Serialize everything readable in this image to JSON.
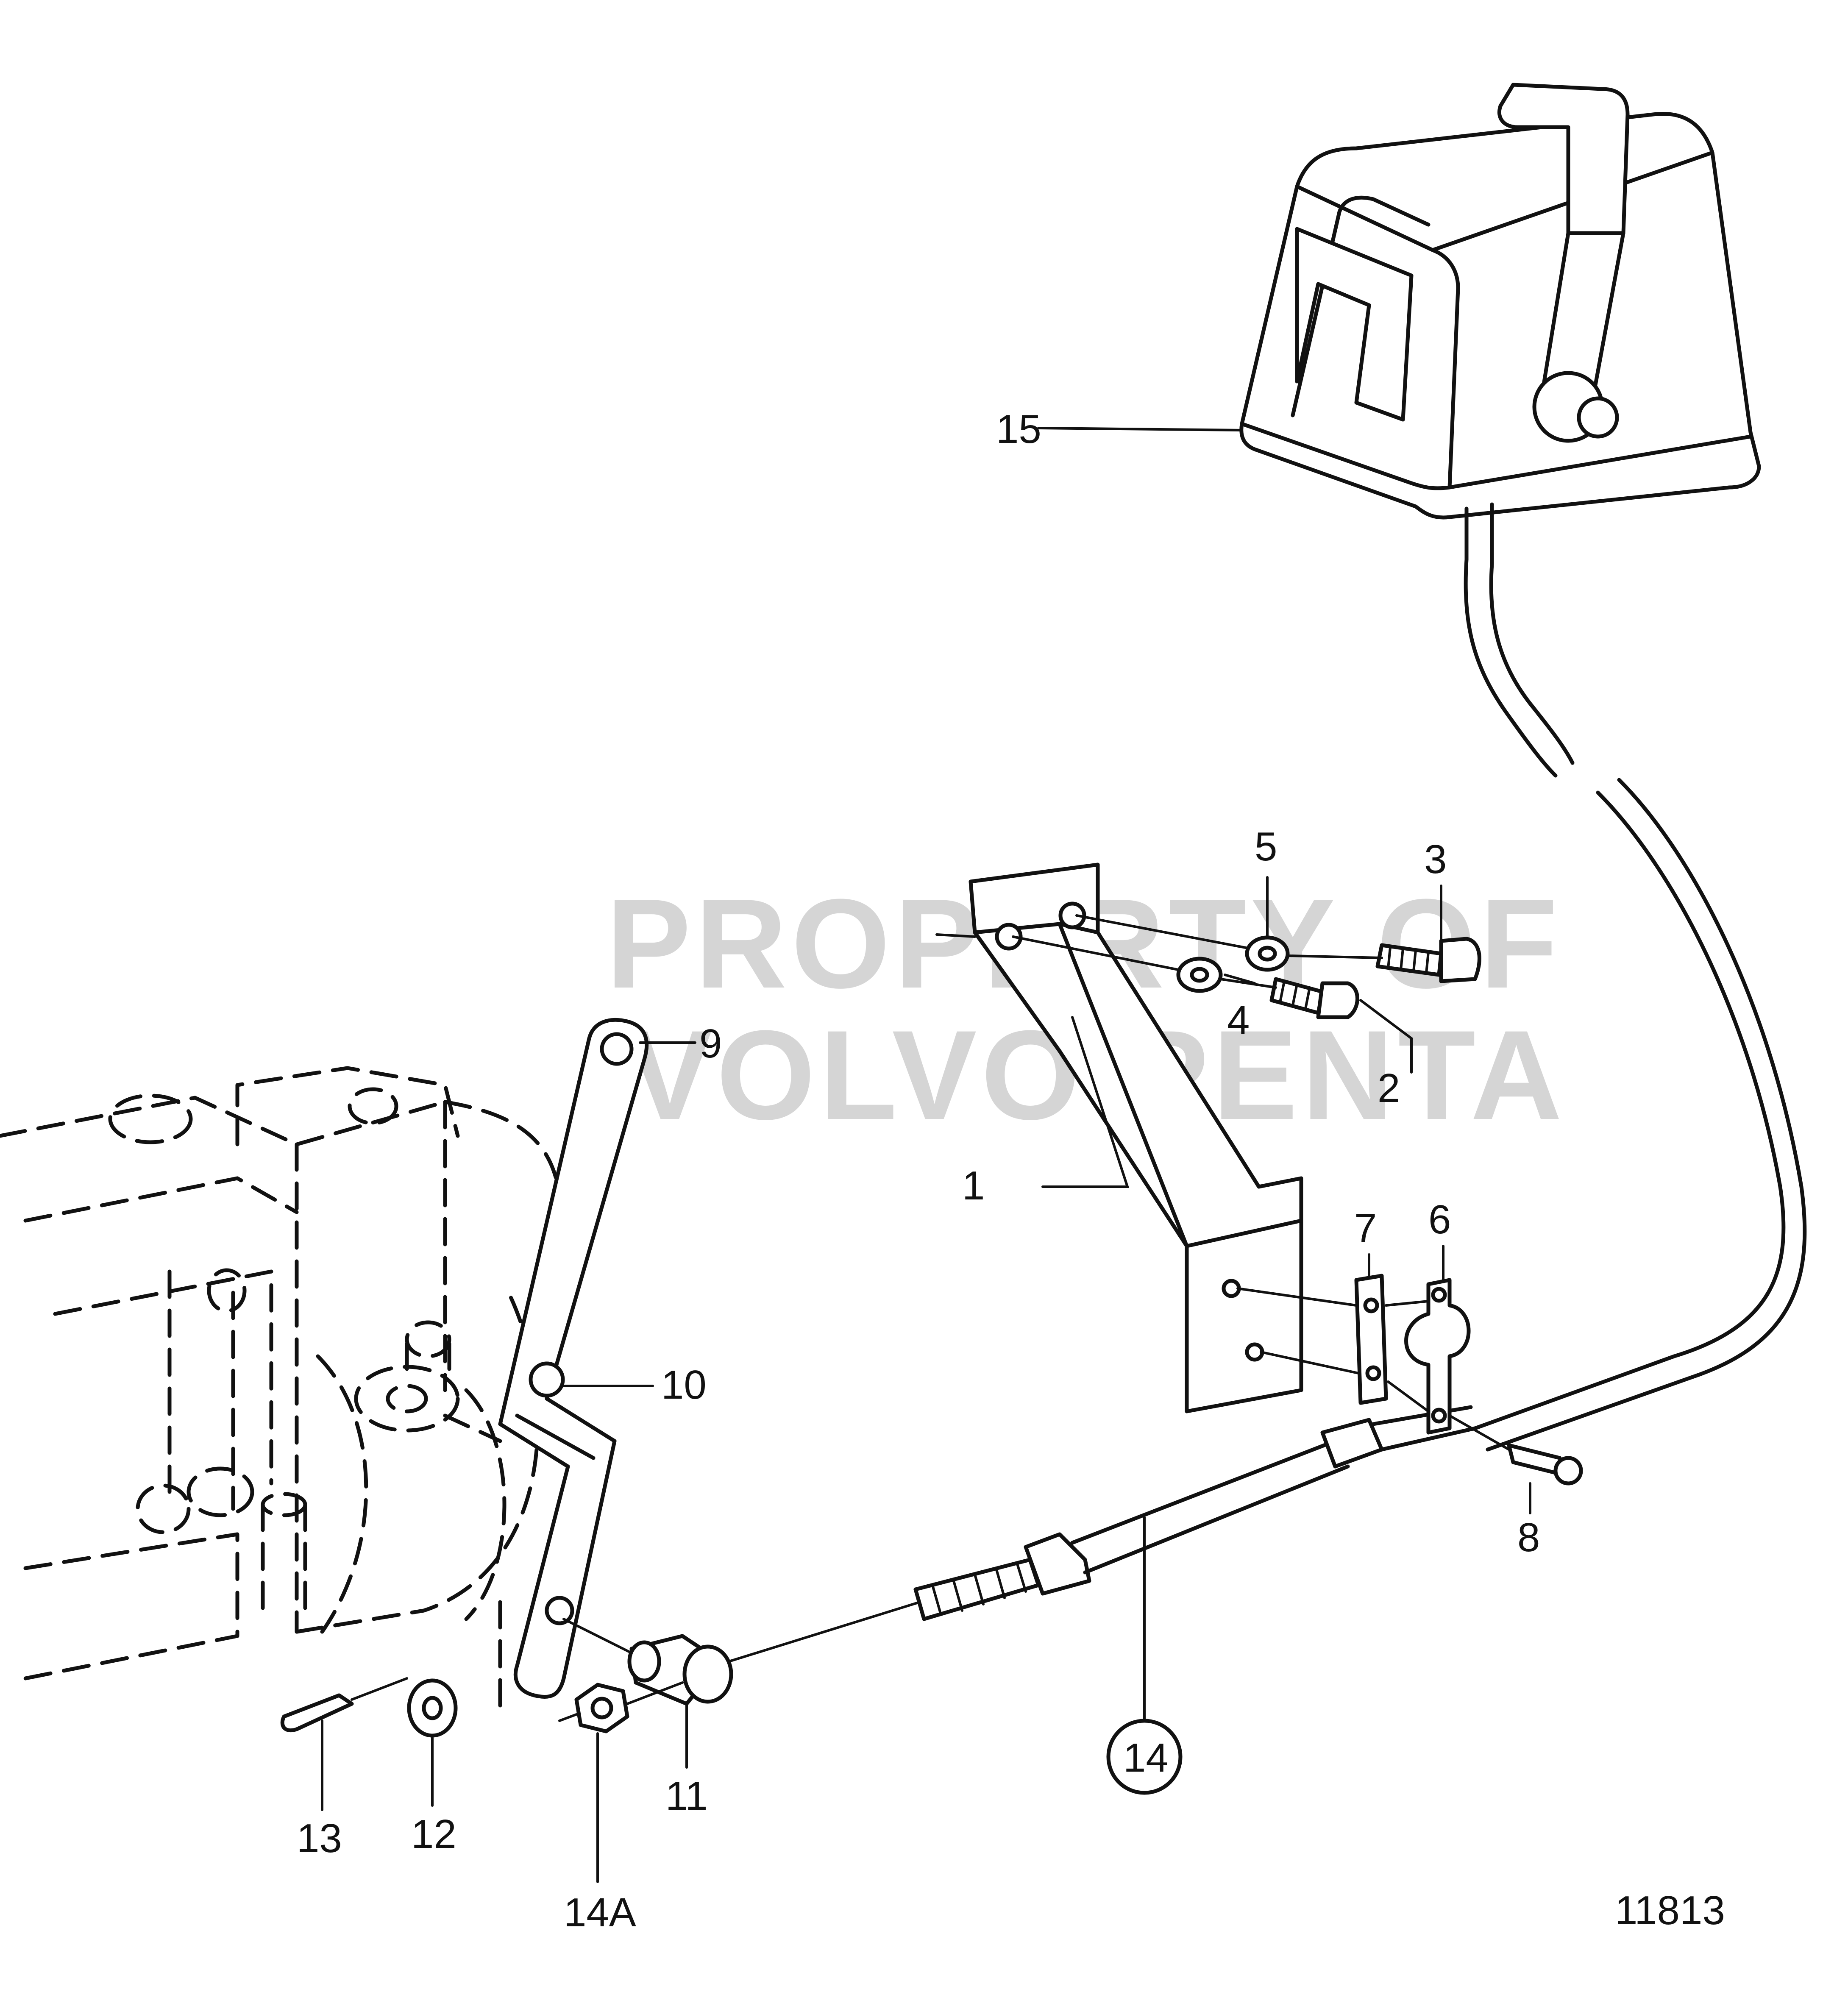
{
  "diagram": {
    "drawing_number": "11813",
    "watermark": [
      "PROPERTY OF",
      "VOLVO PENTA"
    ],
    "callouts": [
      {
        "id": "c1",
        "text": "1"
      },
      {
        "id": "c2",
        "text": "2"
      },
      {
        "id": "c3",
        "text": "3"
      },
      {
        "id": "c4",
        "text": "4"
      },
      {
        "id": "c5",
        "text": "5"
      },
      {
        "id": "c6",
        "text": "6"
      },
      {
        "id": "c7",
        "text": "7"
      },
      {
        "id": "c8",
        "text": "8"
      },
      {
        "id": "c9",
        "text": "9"
      },
      {
        "id": "c10",
        "text": "10"
      },
      {
        "id": "c11",
        "text": "11"
      },
      {
        "id": "c12",
        "text": "12"
      },
      {
        "id": "c13",
        "text": "13"
      },
      {
        "id": "c14",
        "text": "14"
      },
      {
        "id": "c14a",
        "text": "14A"
      },
      {
        "id": "c15",
        "text": "15"
      }
    ]
  }
}
